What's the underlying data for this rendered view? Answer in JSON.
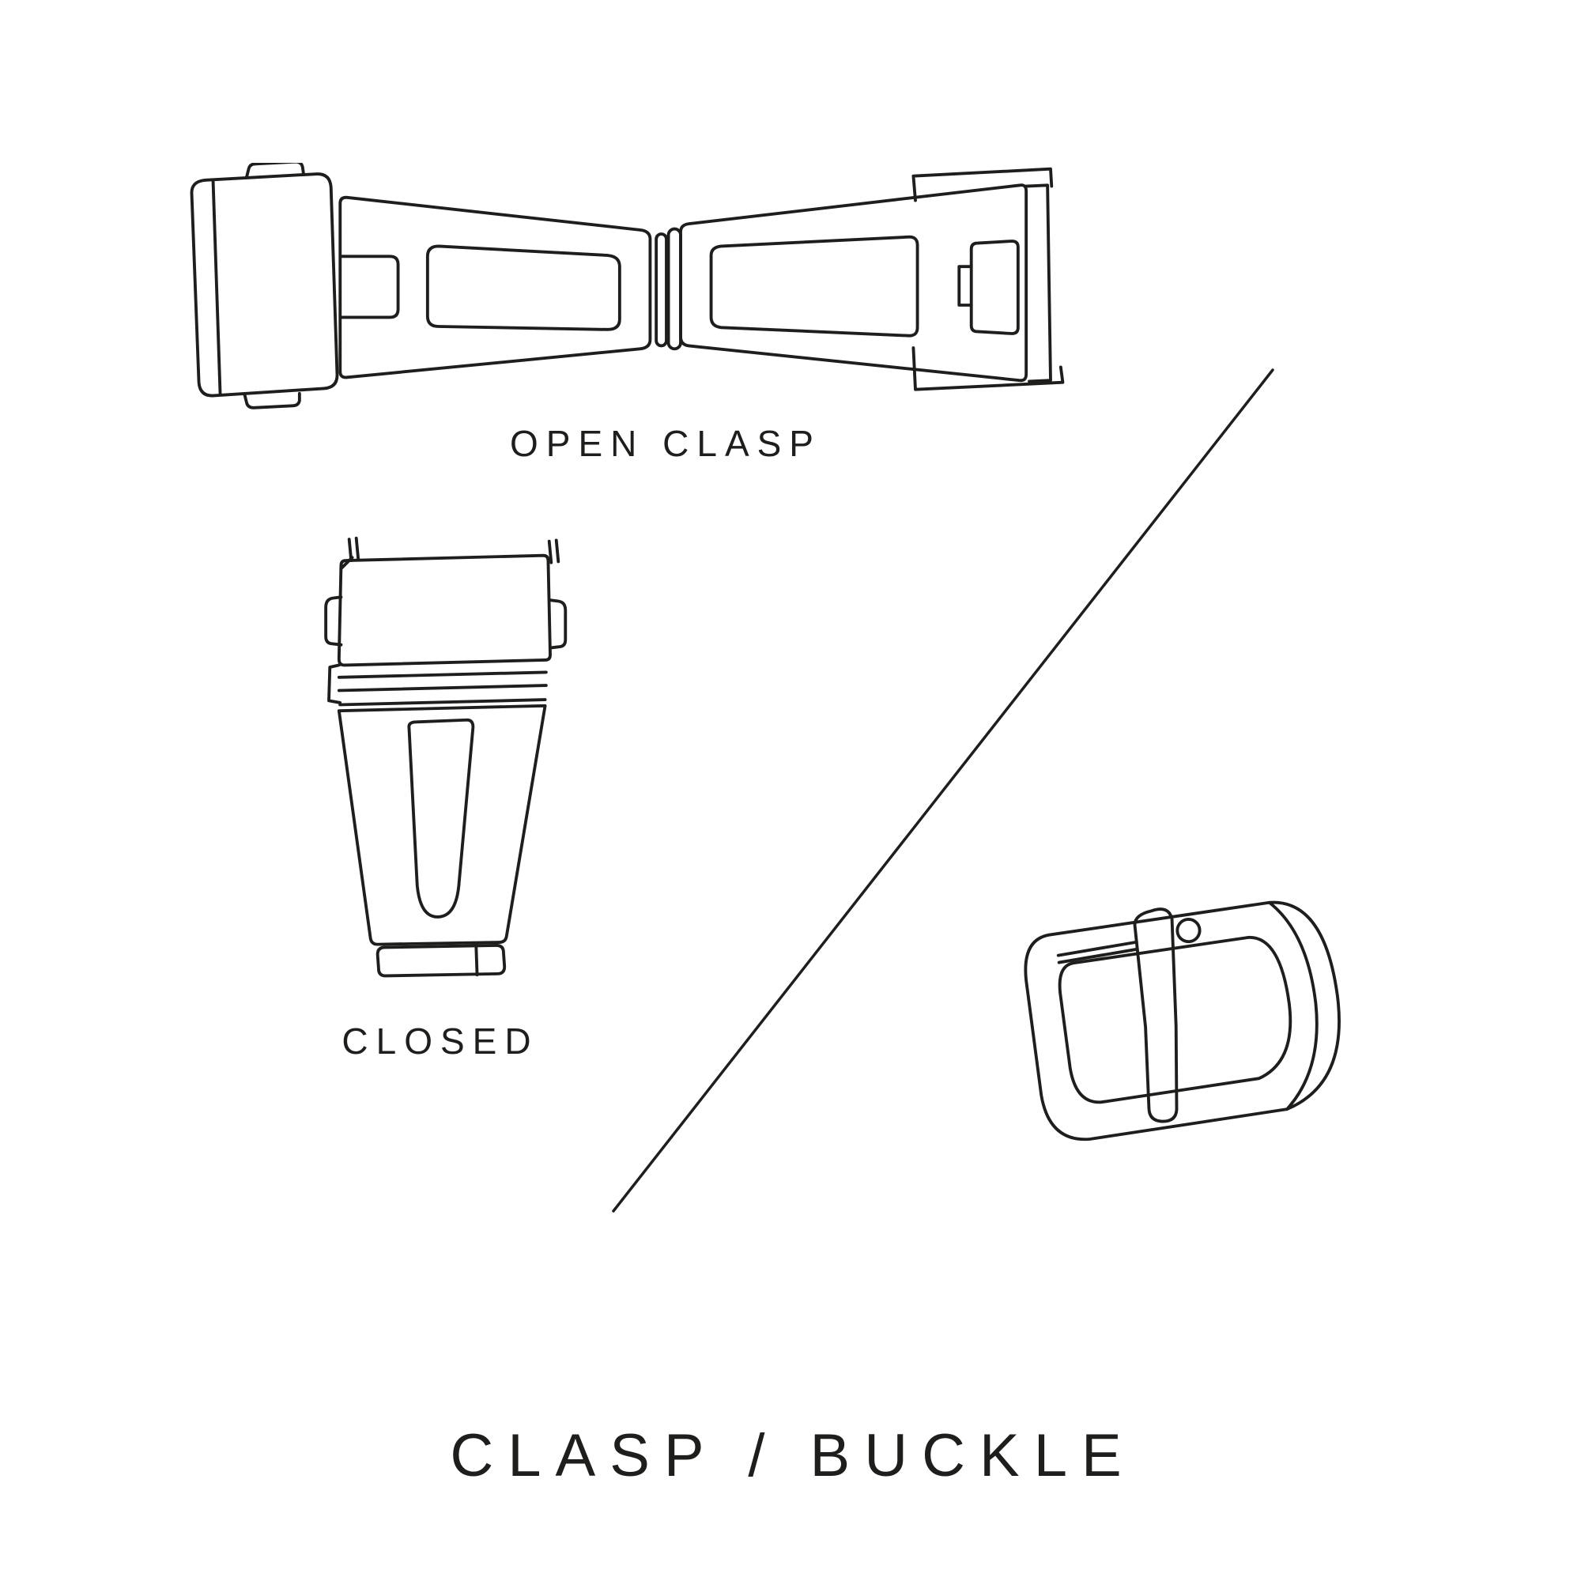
{
  "page": {
    "background_color": "#ffffff",
    "ink_color": "#1e1e1c"
  },
  "figures": {
    "open_clasp": {
      "label": "OPEN CLASP"
    },
    "closed_clasp": {
      "label": "CLOSED"
    },
    "buckle": {
      "label": ""
    }
  },
  "title": "CLASP / BUCKLE"
}
